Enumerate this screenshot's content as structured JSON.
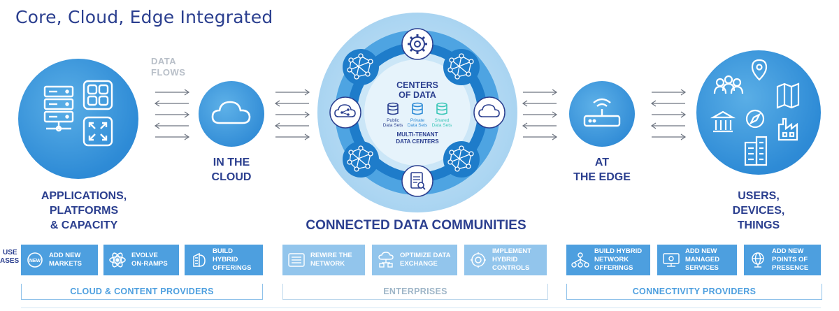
{
  "title": "Core, Cloud, Edge Integrated",
  "data_flows_label": "DATA FLOWS",
  "left_node": {
    "label_lines": [
      "APPLICATIONS,",
      "PLATFORMS",
      "& CAPACITY"
    ]
  },
  "cloud_node": {
    "label_lines": [
      "IN THE",
      "CLOUD"
    ]
  },
  "center": {
    "title_lines": [
      "CENTERS",
      "OF DATA"
    ],
    "db_labels": [
      {
        "lines": [
          "Public",
          "Data Sets"
        ],
        "color": "#2b3f8f"
      },
      {
        "lines": [
          "Private",
          "Data Sets"
        ],
        "color": "#2e8bd6"
      },
      {
        "lines": [
          "Shared",
          "Data Sets"
        ],
        "color": "#3cc7b8"
      }
    ],
    "subtitle_lines": [
      "MULTI-TENANT",
      "DATA CENTERS"
    ],
    "heading": "CONNECTED DATA COMMUNITIES"
  },
  "edge_node": {
    "label_lines": [
      "AT",
      "THE EDGE"
    ]
  },
  "right_node": {
    "label_lines": [
      "USERS,",
      "DEVICES,",
      "THINGS"
    ]
  },
  "use_cases_label": [
    "USE",
    "ASES"
  ],
  "use_case_groups": [
    {
      "bracket": "CLOUD & CONTENT PROVIDERS",
      "faded": false,
      "tiles": [
        {
          "lines": [
            "ADD NEW",
            "MARKETS"
          ],
          "icon": "new-badge-icon"
        },
        {
          "lines": [
            "EVOLVE",
            "ON-RAMPS"
          ],
          "icon": "atom-icon"
        },
        {
          "lines": [
            "BUILD",
            "HYBRID",
            "OFFERINGS"
          ],
          "icon": "hybrid-building-icon"
        }
      ]
    },
    {
      "bracket": "ENTERPRISES",
      "faded": true,
      "tiles": [
        {
          "lines": [
            "REWIRE THE",
            "NETWORK"
          ],
          "icon": "network-panel-icon"
        },
        {
          "lines": [
            "OPTIMIZE DATA",
            "EXCHANGE"
          ],
          "icon": "cloud-exchange-icon"
        },
        {
          "lines": [
            "IMPLEMENT",
            "HYBRID",
            "CONTROLS"
          ],
          "icon": "gear-control-icon"
        }
      ]
    },
    {
      "bracket": "CONNECTIVITY PROVIDERS",
      "faded": false,
      "tiles": [
        {
          "lines": [
            "BUILD HYBRID",
            "NETWORK",
            "OFFERINGS"
          ],
          "icon": "network-tree-icon"
        },
        {
          "lines": [
            "ADD NEW",
            "MANAGED",
            "SERVICES"
          ],
          "icon": "monitor-icon"
        },
        {
          "lines": [
            "ADD NEW",
            "POINTS OF",
            "PRESENCE"
          ],
          "icon": "globe-icon"
        }
      ]
    }
  ],
  "colors": {
    "navy": "#2b3f8f",
    "blue": "#2e8bd6",
    "tile_blue": "#4d9fdf",
    "tile_faded": "#92c5ec",
    "teal": "#3cc7b8"
  }
}
